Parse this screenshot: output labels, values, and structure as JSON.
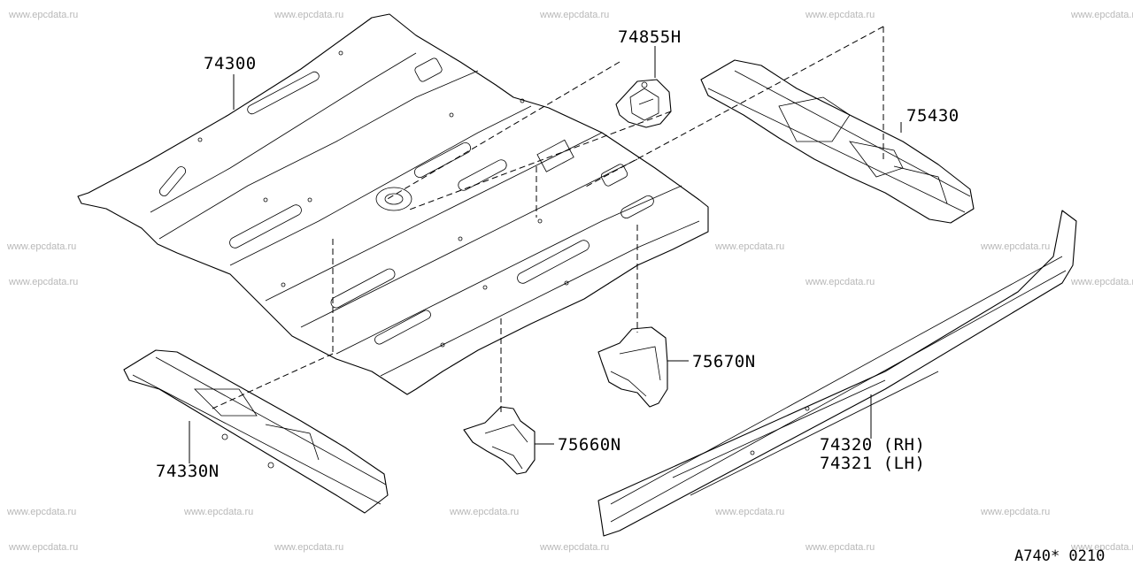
{
  "watermark": "www.epcdata.ru",
  "diagram_code": "A740* 0210",
  "parts": [
    {
      "id": "floor-front",
      "label": "74300"
    },
    {
      "id": "bracket-74855",
      "label": "74855H"
    },
    {
      "id": "member-rear",
      "label": "75430"
    },
    {
      "id": "bracket-75670",
      "label": "75670N"
    },
    {
      "id": "bracket-75660",
      "label": "75660N"
    },
    {
      "id": "member-front",
      "label": "74330N"
    },
    {
      "id": "sill-rh",
      "label": "74320 (RH)"
    },
    {
      "id": "sill-lh",
      "label": "74321 (LH)"
    }
  ]
}
